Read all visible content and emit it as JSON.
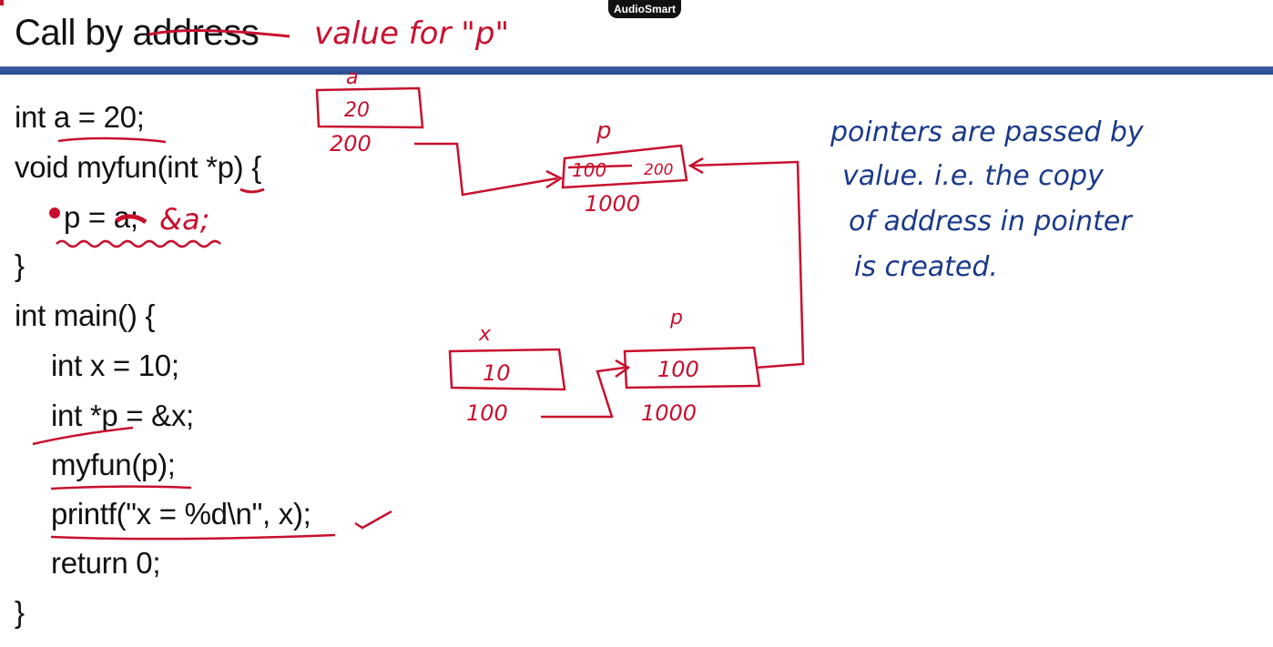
{
  "slide": {
    "title_prefix": "Call by ",
    "title_struck": "address",
    "title_handwritten": "value for \"p\"",
    "badge": "AudioSmart"
  },
  "code": {
    "lines": [
      "int a = 20;",
      "void myfun(int *p) {",
      "p = ",
      "}",
      "int main() {",
      "int x = 10;",
      "int *p = &x;",
      "myfun(p);",
      "printf(\"x = %d\\n\", x);",
      "return 0;",
      "}"
    ],
    "line3_struck": "a;",
    "line3_handwritten": "&a;"
  },
  "diagram": {
    "box_a_label": "a",
    "box_a_value": "20",
    "box_a_address": "200",
    "box_p_top_label": "p",
    "box_p_top_old_value": "100",
    "box_p_top_value": "200",
    "box_p_top_address": "1000",
    "box_x_label": "x",
    "box_x_value": "10",
    "box_x_address": "100",
    "box_p_bottom_label": "p",
    "box_p_bottom_value": "100",
    "box_p_bottom_address": "1000"
  },
  "notes": {
    "line1": "pointers are passed by",
    "line2": "value. i.e. the copy",
    "line3": "of address in pointer",
    "line4": "is created."
  },
  "colors": {
    "ink_red": "#c8102e",
    "ink_blue": "#1a3a8a",
    "rule_blue": "#2f4f94"
  }
}
